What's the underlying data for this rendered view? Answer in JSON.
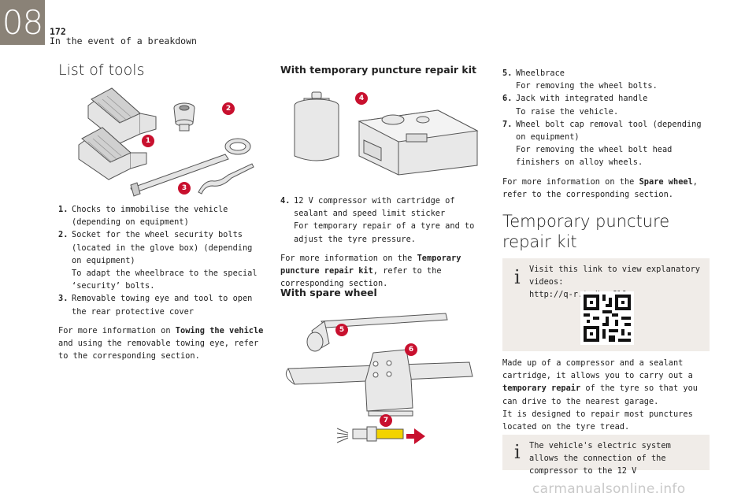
{
  "header": {
    "chapter": "08",
    "page_number": "172",
    "section": "In the event of a breakdown"
  },
  "col1": {
    "title": "List of tools",
    "callouts": [
      "1",
      "2",
      "3"
    ],
    "items": [
      {
        "num": "1.",
        "text": "Chocks to immobilise the vehicle (depending on equipment)"
      },
      {
        "num": "2.",
        "text": "Socket for the wheel security bolts (located in the glove box) (depending on equipment)\nTo adapt the wheelbrace to the special ‘security’ bolts."
      },
      {
        "num": "3.",
        "text": "Removable towing eye and tool to open the rear protective cover"
      }
    ],
    "more_pre": "For more information on ",
    "more_bold": "Towing the vehicle",
    "more_post": " and using the removable towing eye, refer to the corresponding section."
  },
  "col2": {
    "title_kit": "With temporary puncture repair kit",
    "callout_kit": "4",
    "item4_num": "4.",
    "item4_text": "12 V compressor with cartridge of sealant and speed limit sticker\nFor temporary repair of a tyre and to adjust the tyre pressure.",
    "more_pre": "For more information on the ",
    "more_bold": "Temporary puncture repair kit",
    "more_post": ", refer to the corresponding section.",
    "title_spare": "With spare wheel",
    "callouts_spare": [
      "5",
      "6",
      "7"
    ]
  },
  "col3": {
    "items": [
      {
        "num": "5.",
        "text": "Wheelbrace\nFor removing the wheel bolts."
      },
      {
        "num": "6.",
        "text": "Jack with integrated handle\nTo raise the vehicle."
      },
      {
        "num": "7.",
        "text": "Wheel bolt cap removal tool (depending on equipment)\nFor removing the wheel bolt head finishers on alloy wheels."
      }
    ],
    "more_pre": "For more information on the ",
    "more_bold": "Spare wheel",
    "more_post": ", refer to the corresponding section.",
    "title": "Temporary puncture repair kit",
    "info1": "Visit this link to view explanatory videos:\nhttp://q-r.to/bagGl9",
    "para1_pre": "Made up of a compressor and a sealant cartridge, it allows you to carry out a ",
    "para1_bold": "temporary repair",
    "para1_post": " of the tyre so that you can drive to the nearest garage.",
    "para2": "It is designed to repair most punctures located on the tyre tread.",
    "info2": "The vehicle's electric system allows the connection of the compressor to the 12 V"
  },
  "watermark": "carmanualsonline.info",
  "colors": {
    "accent": "#c8102e",
    "tab": "#8a8277",
    "box": "#f0ece8"
  }
}
